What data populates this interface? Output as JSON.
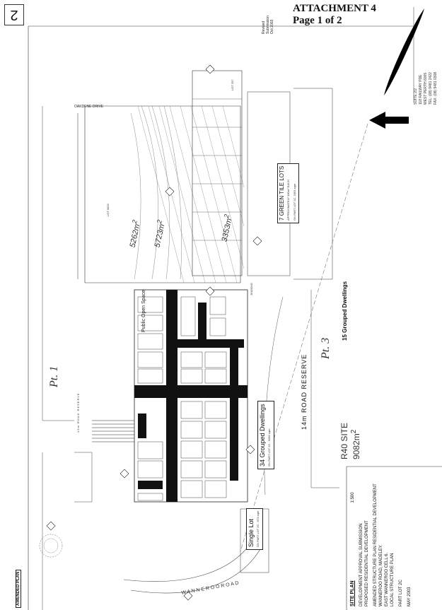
{
  "header": {
    "page_number": "2",
    "attachment_title": "ATTACHMENT 4",
    "page_of": "Page 1 of 2",
    "revised": "Revised",
    "submission": "Submission",
    "revised_date": "Oct 2003"
  },
  "firm": {
    "suite": "SUITE 2/2",
    "address": "118 RAILWAY PDE",
    "city": "WEST PERTH 6005",
    "tel": "TEL: (08) 9481 2422",
    "fax": "FAX: (08) 9481 0308"
  },
  "map": {
    "street_oakdene": "OAKDENE DRIVE",
    "lot_9025": "LOT 9025",
    "area_5262": "5262m",
    "area_5723": "5723m",
    "area_3353": "3353m",
    "green_title_lots": "7 GREEN TILE LOTS",
    "green_title_note": "APPROXIMATELY 480m² EACH",
    "green_title_note2": "ON PART LOT 2C, 3353 sqm",
    "public_open_space": "Public Open Space",
    "pt1": "Pt. 1",
    "pt3": "Pt. 3",
    "grouped_15": "15 Grouped Dwellings",
    "road_reserve_14": "14m ROAD RESERVE",
    "road_reserve_15": "15m ROAD RESERVE",
    "r40_site": "R40 SITE",
    "area_9082": "9082m",
    "grouped_34": "34 Grouped Dwellings",
    "grouped_34_note": "ON PART LOT 2C - 9082 sqm",
    "single_lot": "Single Lot",
    "single_lot_note": "ON PART LOT 2C - 673 sqm",
    "wanneroo_road": "W A N N E R O O   R O A D",
    "jindong": "JINDONG",
    "lot_257": "LOT 257"
  },
  "title_block": {
    "site_plan": "SITE PLAN",
    "scale": "1:500",
    "line1": "DEVELOPMENT APPROVAL SUBMISSION",
    "line2": "PROPOSED RESIDENTIAL DEVELOPMENT",
    "line3": "AMENDED STRUCTURE PLAN RESIDENTIAL DEVELOPMENT",
    "line4": "WANNEROO ROAD, MADELEY.",
    "line5": "EAST WANNEROO CELL 6.",
    "line6": "LOCAL STRUCTURE PLAN",
    "line7": "PART LOT 2C",
    "line8": "MAY 2003",
    "amended_plan": "AMENDED PLAN"
  }
}
